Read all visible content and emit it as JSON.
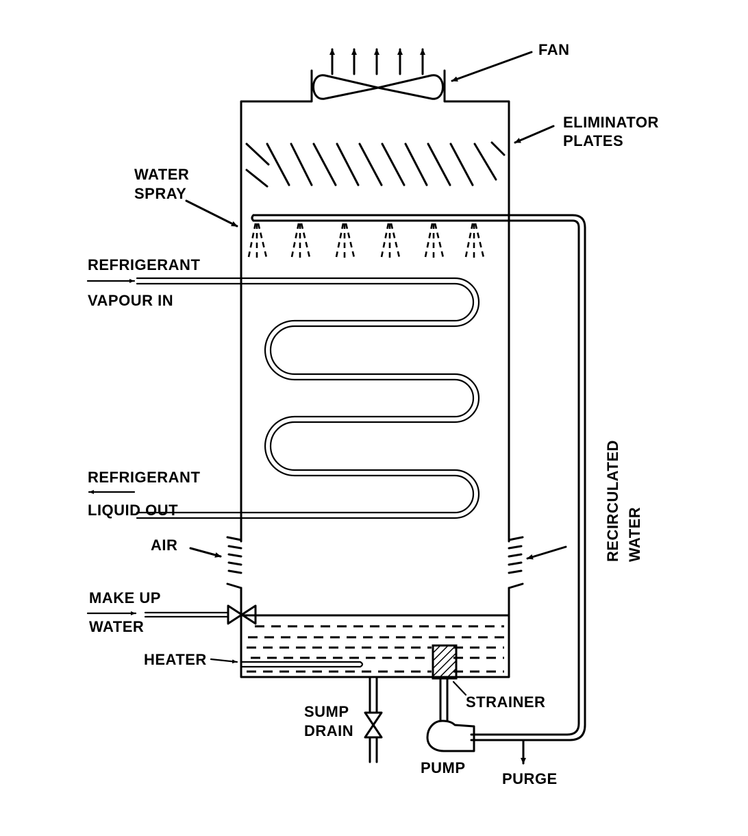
{
  "diagram": {
    "title": "Evaporative condenser",
    "labels": {
      "fan": "FAN",
      "eliminator_line1": "ELIMINATOR",
      "eliminator_line2": "PLATES",
      "water_spray_line1": "WATER",
      "water_spray_line2": "SPRAY",
      "refrigerant_in_line1": "REFRIGERANT",
      "refrigerant_in_line2": "VAPOUR  IN",
      "refrigerant_out_line1": "REFRIGERANT",
      "refrigerant_out_line2": "LIQUID  OUT",
      "air": "AIR",
      "makeup_line1": "MAKE  UP",
      "makeup_line2": "WATER",
      "heater": "HEATER",
      "sump_line1": "SUMP",
      "sump_line2": "DRAIN",
      "strainer": "STRAINER",
      "pump": "PUMP",
      "purge": "PURGE",
      "recirculated_line1": "RECIRCULATED",
      "recirculated_line2": "WATER"
    },
    "components": {
      "exhaust_arrows": 5,
      "spray_nozzles": 6,
      "coil_passes": 6,
      "air_louvres_per_side": 4
    },
    "colors": {
      "ink": "#000000",
      "paper": "#ffffff"
    }
  }
}
